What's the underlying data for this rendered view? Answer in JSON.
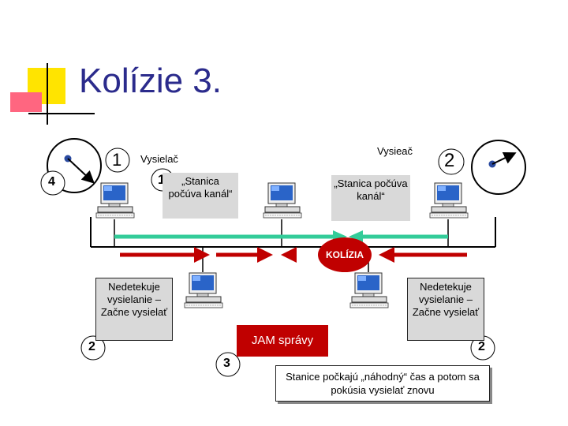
{
  "title": "Kolízie 3.",
  "stations": {
    "left_sender": "Vysielač",
    "right_sender": "Vysieač"
  },
  "listening": {
    "left": "„Stanica počúva kanál“",
    "right": "„Stanica počúva kanál“"
  },
  "collision_label": "KOLÍZIA",
  "not_detected": {
    "left": "Nedetekuje vysielanie – Začne vysielať",
    "right": "Nedetekuje vysielanie – Začne vysielať"
  },
  "jam_label": "JAM správy",
  "wait_note": "Stanice počkajú „náhodný“ čas a potom sa pokúsia vysielať znovu",
  "steps": {
    "n1a": "1",
    "n1b": "1",
    "n2a": "2",
    "n2b": "2",
    "n2c": "2",
    "n3": "3",
    "n4": "4"
  },
  "colors": {
    "title": "#2b2b8c",
    "accent_yellow": "#ffe400",
    "accent_pink": "#ff6680",
    "signal_green": "#33cc99",
    "jam_red": "#c00000",
    "cable": "#000000"
  }
}
